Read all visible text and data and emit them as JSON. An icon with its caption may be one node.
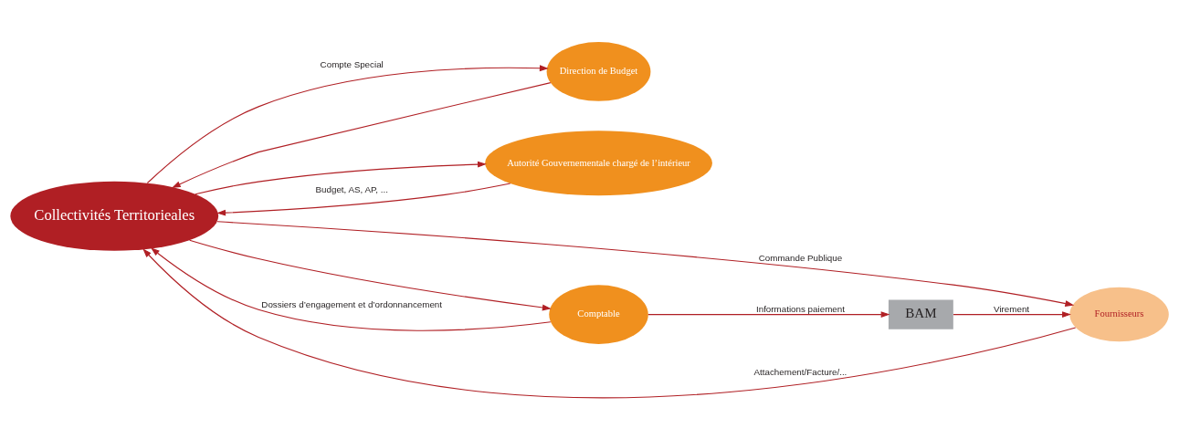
{
  "diagram": {
    "nodes": [
      {
        "text": [
          "Collectivités Territorieales"
        ]
      },
      {
        "text": [
          "Direction de Budget"
        ]
      },
      {
        "text": [
          "Autorité Gouvernementale chargé de l’intérieur"
        ]
      },
      {
        "text": [
          "Fournisseurs"
        ]
      },
      {
        "text": [
          "BAM"
        ]
      },
      {
        "text": [
          "Comptable"
        ]
      }
    ],
    "edges": [
      {
        "from": 0,
        "to": 1,
        "arrow": "to",
        "label": "Compte Special"
      },
      {
        "from": 1,
        "to": 0,
        "arrow": "to"
      },
      {
        "from": 0,
        "to": 2,
        "arrow": "to"
      },
      {
        "from": 2,
        "to": 0,
        "arrow": "to",
        "label": "Budget, AS, AP, ..."
      },
      {
        "from": 3,
        "to": 0,
        "arrow": "to",
        "label": "Attachement/Facture/..."
      },
      {
        "from": 0,
        "to": 3,
        "arrow": "to",
        "label": "Commande Publique"
      },
      {
        "from": 0,
        "to": 5,
        "arrow": "to"
      },
      {
        "from": 5,
        "to": 0,
        "arrow": "to",
        "label": "Dossiers d’engagement et d’ordonnancement"
      },
      {
        "from": 5,
        "to": 4,
        "arrow": "to",
        "label": "Informations paiement"
      },
      {
        "from": 4,
        "to": 3,
        "arrow": "to",
        "label": "Virement"
      }
    ]
  }
}
